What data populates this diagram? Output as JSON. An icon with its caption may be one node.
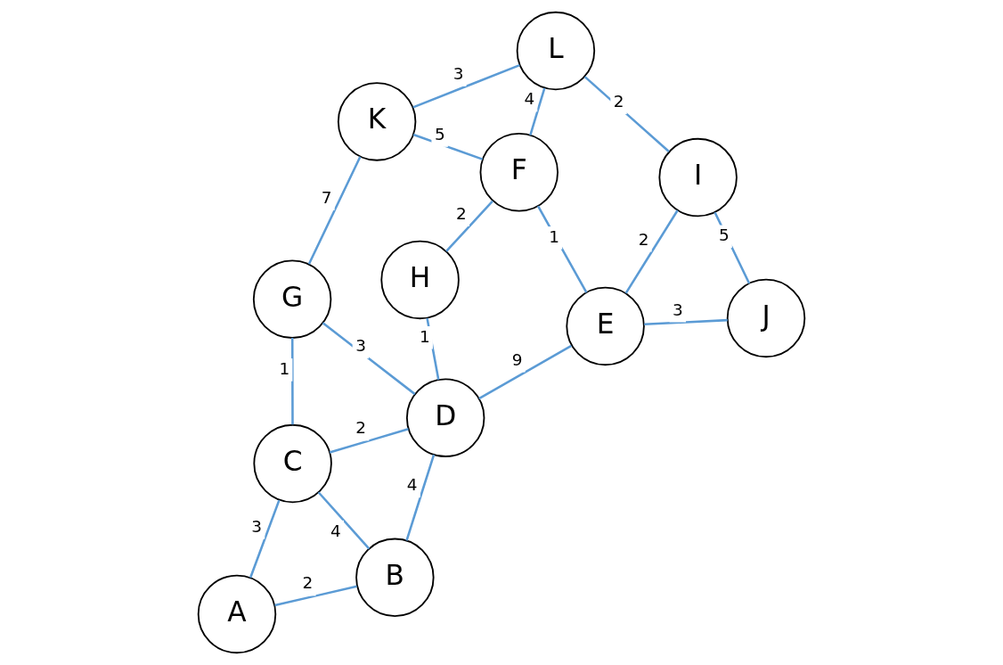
{
  "diagram": {
    "nodes": [
      {
        "text": [
          "A"
        ]
      },
      {
        "text": [
          "B"
        ]
      },
      {
        "text": [
          "C"
        ]
      },
      {
        "text": [
          "D"
        ]
      },
      {
        "text": [
          "E"
        ]
      },
      {
        "text": [
          "F"
        ]
      },
      {
        "text": [
          "G"
        ]
      },
      {
        "text": [
          "H"
        ]
      },
      {
        "text": [
          "I"
        ]
      },
      {
        "text": [
          "J"
        ]
      },
      {
        "text": [
          "K"
        ]
      },
      {
        "text": [
          "L"
        ]
      }
    ],
    "edges": [
      {
        "from": 0,
        "to": 1,
        "arrow": "none",
        "label": "2"
      },
      {
        "from": 0,
        "to": 2,
        "arrow": "none",
        "label": "3"
      },
      {
        "from": 2,
        "to": 1,
        "arrow": "none",
        "label": "4"
      },
      {
        "from": 1,
        "to": 3,
        "arrow": "none",
        "label": "4"
      },
      {
        "from": 3,
        "to": 4,
        "arrow": "none",
        "label": "9"
      },
      {
        "from": 2,
        "to": 3,
        "arrow": "none",
        "label": "2"
      },
      {
        "from": 5,
        "to": 4,
        "arrow": "none",
        "label": "1"
      },
      {
        "from": 4,
        "to": 9,
        "arrow": "none",
        "label": "3"
      },
      {
        "from": 2,
        "to": 6,
        "arrow": "none",
        "label": "1"
      },
      {
        "from": 3,
        "to": 6,
        "arrow": "none",
        "label": "3"
      },
      {
        "from": 3,
        "to": 7,
        "arrow": "none",
        "label": "1"
      },
      {
        "from": 5,
        "to": 7,
        "arrow": "none",
        "label": "2"
      },
      {
        "from": 4,
        "to": 8,
        "arrow": "none",
        "label": "2"
      },
      {
        "from": 9,
        "to": 8,
        "arrow": "none",
        "label": "5"
      },
      {
        "from": 5,
        "to": 11,
        "arrow": "none",
        "label": "4"
      },
      {
        "from": 5,
        "to": 10,
        "arrow": "none",
        "label": "5"
      },
      {
        "from": 8,
        "to": 11,
        "arrow": "none",
        "label": "2"
      },
      {
        "from": 6,
        "to": 10,
        "arrow": "none",
        "label": "7"
      },
      {
        "from": 10,
        "to": 11,
        "arrow": "none",
        "label": "3"
      }
    ]
  }
}
